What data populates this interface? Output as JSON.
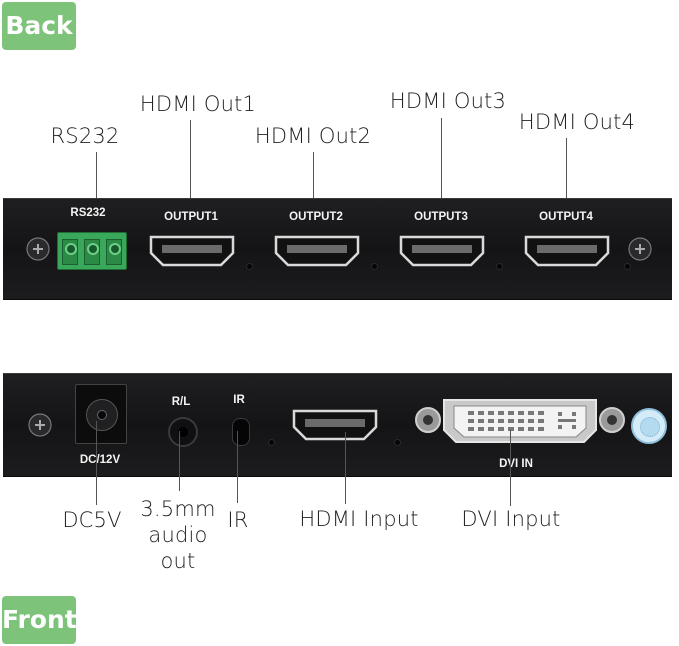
{
  "badges": {
    "back": "Back",
    "front": "Front"
  },
  "colors": {
    "badge": "#7ec37a",
    "panel": "#18181a",
    "terminal": "#3aa85a",
    "silkscreen": "#f4f4f4"
  },
  "back_panel": {
    "callouts": {
      "rs232": "RS232",
      "out1": "HDMI Out1",
      "out2": "HDMI Out2",
      "out3": "HDMI Out3",
      "out4": "HDMI Out4"
    },
    "silkscreen": {
      "rs232": "RS232",
      "out1": "OUTPUT1",
      "out2": "OUTPUT2",
      "out3": "OUTPUT3",
      "out4": "OUTPUT4"
    }
  },
  "front_panel": {
    "silkscreen": {
      "dc": "DC/12V",
      "rl": "R/L",
      "ir": "IR",
      "dvi": "DVI IN"
    },
    "callouts": {
      "dc": "DC5V",
      "audio_line1": "3.5mm",
      "audio_line2": "audio",
      "audio_line3": "out",
      "ir": "IR",
      "hdmi_in": "HDMI Input",
      "dvi_in": "DVI Input"
    }
  }
}
